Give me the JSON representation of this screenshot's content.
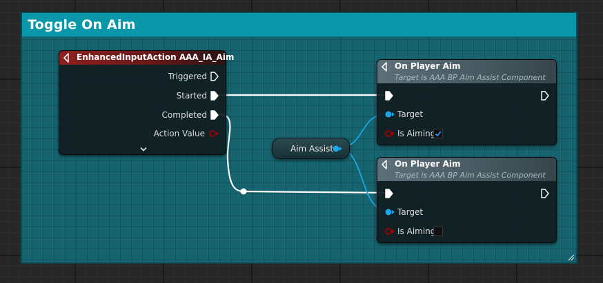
{
  "comment": {
    "title": "Toggle On Aim"
  },
  "input_event_node": {
    "title": "EnhancedInputAction AAA_IA_Aim",
    "pins": {
      "triggered": "Triggered",
      "started": "Started",
      "completed": "Completed",
      "action_value": "Action Value"
    },
    "expand_icon": "chevron-down-icon"
  },
  "function_nodes": [
    {
      "title": "On Player Aim",
      "subtitle": "Target is AAA BP Aim Assist Component",
      "pins": {
        "target": "Target",
        "is_aiming": "Is Aiming"
      },
      "is_aiming_checked": true
    },
    {
      "title": "On Player Aim",
      "subtitle": "Target is AAA BP Aim Assist Component",
      "pins": {
        "target": "Target",
        "is_aiming": "Is Aiming"
      },
      "is_aiming_checked": false
    }
  ],
  "variable_node": {
    "label": "Aim Assist"
  },
  "colors": {
    "comment_header": "#0a97aa",
    "event_header": "#8d1f1f",
    "function_header": "#5d7079",
    "exec_wire": "#ffffff",
    "object_pin": "#1ca6e8",
    "bool_pin": "#a30000"
  }
}
